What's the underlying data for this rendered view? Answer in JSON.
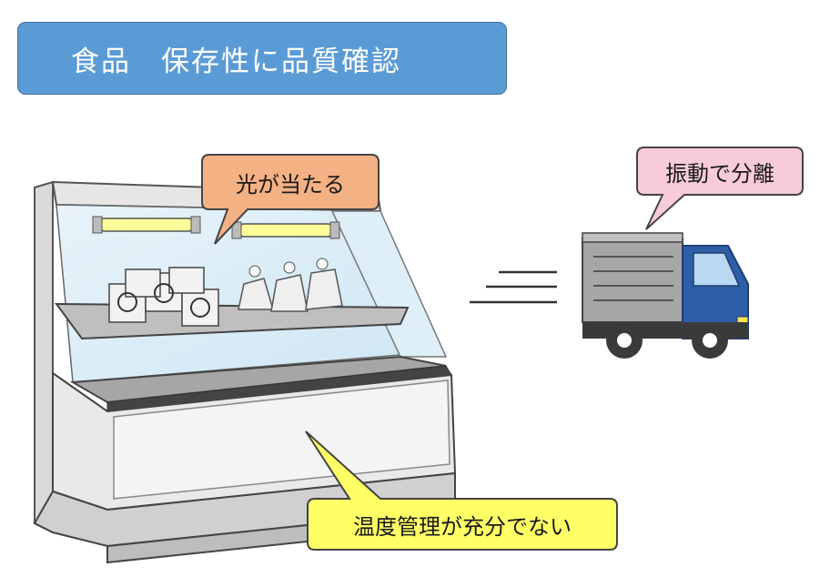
{
  "title": "食品　保存性に品質確認",
  "callouts": {
    "light": {
      "text": "光が当たる",
      "fill": "#f4b183"
    },
    "vibration": {
      "text": "振動で分離",
      "fill": "#f8cbd8"
    },
    "temperature": {
      "text": "温度管理が充分でない",
      "fill": "#ffff66"
    }
  },
  "colors": {
    "title_bg": "#5b9bd5",
    "truck_cab": "#2e5ea8",
    "truck_box": "#a6a6a6"
  }
}
